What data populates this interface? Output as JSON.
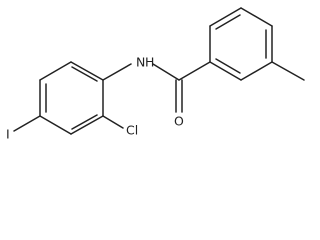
{
  "molecule": {
    "atoms": {
      "amide_nitrogen": "N",
      "amide_hydrogen": "H",
      "carbonyl_oxygen": "O",
      "chlorine": "Cl",
      "iodine": "I"
    }
  },
  "colors": {
    "bond": "#222222",
    "label": "#222222",
    "background": "#ffffff"
  }
}
